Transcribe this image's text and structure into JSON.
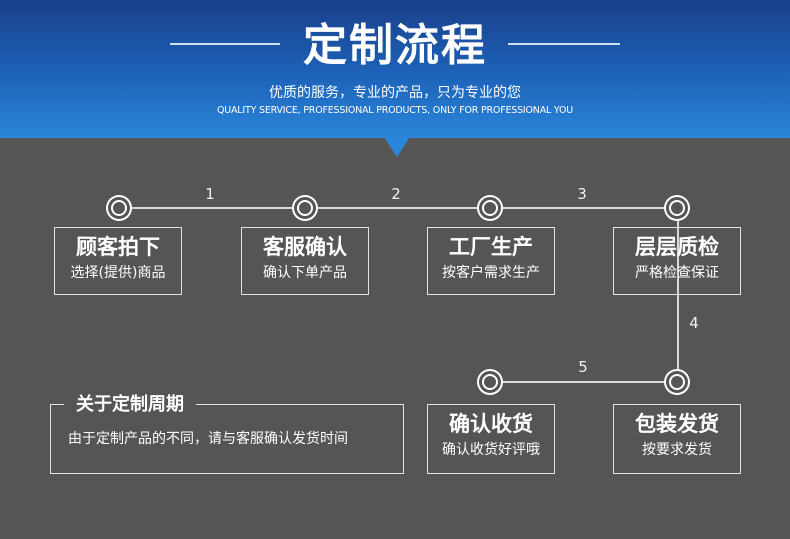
{
  "header": {
    "title": "定制流程",
    "subtitle": "优质的服务，专业的产品，只为专业的您",
    "subtitle_en": "QUALITY SERVICE, PROFESSIONAL PRODUCTS, ONLY FOR PROFESSIONAL YOU"
  },
  "steps": {
    "labels": [
      "1",
      "2",
      "3",
      "4",
      "5"
    ]
  },
  "cards": [
    {
      "title": "顾客拍下",
      "desc": "选择(提供)商品"
    },
    {
      "title": "客服确认",
      "desc": "确认下单产品"
    },
    {
      "title": "工厂生产",
      "desc": "按客户需求生产"
    },
    {
      "title": "层层质检",
      "desc": "严格检查保证"
    },
    {
      "title": "包装发货",
      "desc": "按要求发货"
    },
    {
      "title": "确认收货",
      "desc": "确认收货好评哦"
    }
  ],
  "note": {
    "title": "关于定制周期",
    "text": "由于定制产品的不同，请与客服确认发货时间"
  },
  "colors": {
    "banner_top": "#1a3f8a",
    "banner_bottom": "#2a86da",
    "background": "#555555",
    "line": "#d9d9d9"
  }
}
